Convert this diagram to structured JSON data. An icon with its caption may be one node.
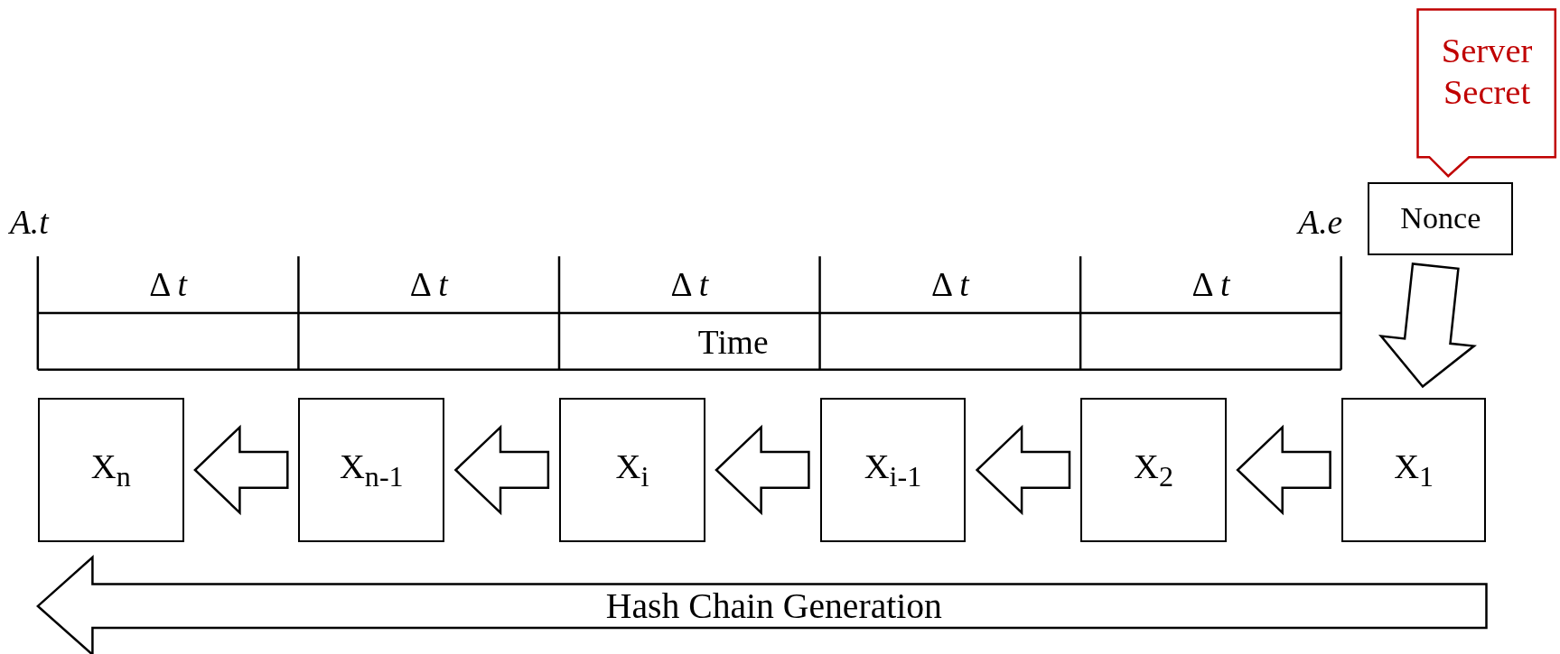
{
  "diagram": {
    "nodes": [
      {
        "text": [
          "Server Secret"
        ]
      },
      {
        "text": [
          "Nonce"
        ]
      },
      {
        "text": [
          "X$_{n}$"
        ]
      },
      {
        "text": [
          "X$_{n-1}$"
        ]
      },
      {
        "text": [
          "X$_{i}$"
        ]
      },
      {
        "text": [
          "X$_{i-1}$"
        ]
      },
      {
        "text": [
          "X$_{2}$"
        ]
      },
      {
        "text": [
          "X$_{1}$"
        ]
      }
    ],
    "edges": [
      {
        "from": 1,
        "to": 7,
        "arrow": "to"
      },
      {
        "from": 7,
        "to": 6,
        "arrow": "to"
      },
      {
        "from": 6,
        "to": 5,
        "arrow": "to"
      },
      {
        "from": 5,
        "to": 4,
        "arrow": "to"
      },
      {
        "from": 4,
        "to": 3,
        "arrow": "to"
      },
      {
        "from": 3,
        "to": 2,
        "arrow": "to"
      }
    ],
    "labels": [
      "A.t",
      "A.e",
      "Δ *t*",
      "Δ *t*",
      "Δ *t*",
      "Δ *t*",
      "Δ *t*",
      "Time",
      "Hash Chain Generation"
    ]
  }
}
